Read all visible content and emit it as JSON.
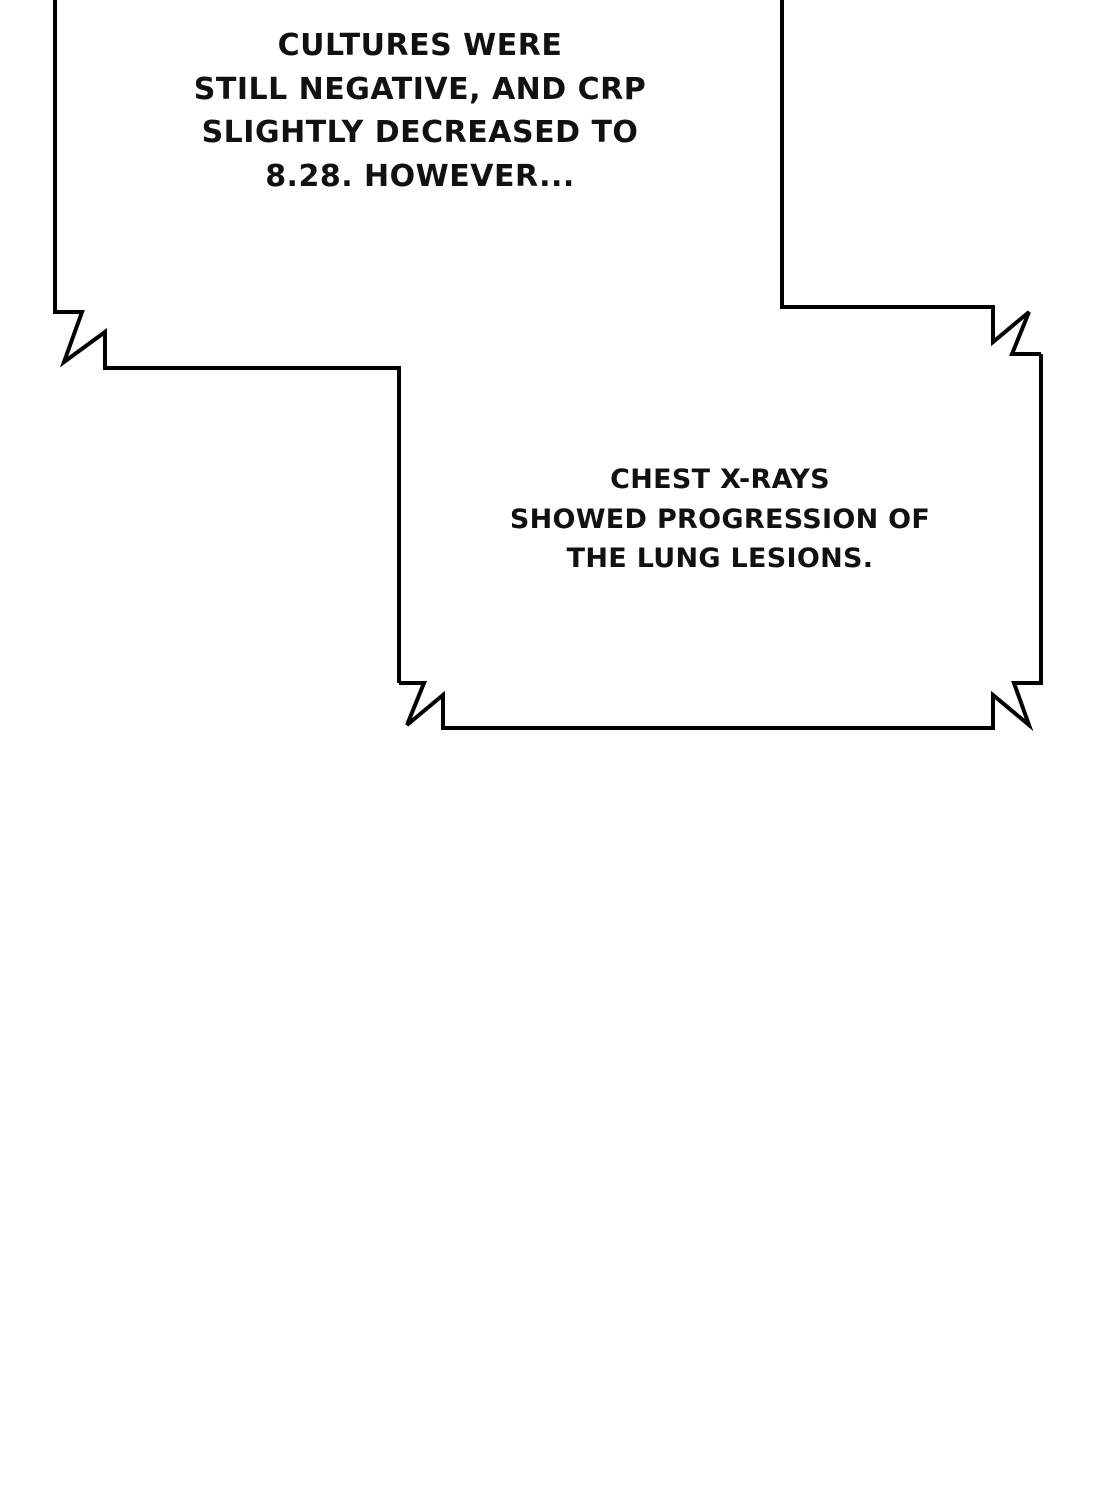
{
  "comic": {
    "background_color": "#ffffff",
    "border_color": "#000000",
    "text_color": "#111111",
    "captions": [
      {
        "lines": [
          "CULTURES WERE",
          "STILL NEGATIVE, AND CRP",
          "SLIGHTLY DECREASED TO",
          "8.28. HOWEVER..."
        ]
      },
      {
        "lines": [
          "CHEST X-RAYS",
          "SHOWED PROGRESSION OF",
          "THE LUNG LESIONS."
        ]
      }
    ]
  }
}
